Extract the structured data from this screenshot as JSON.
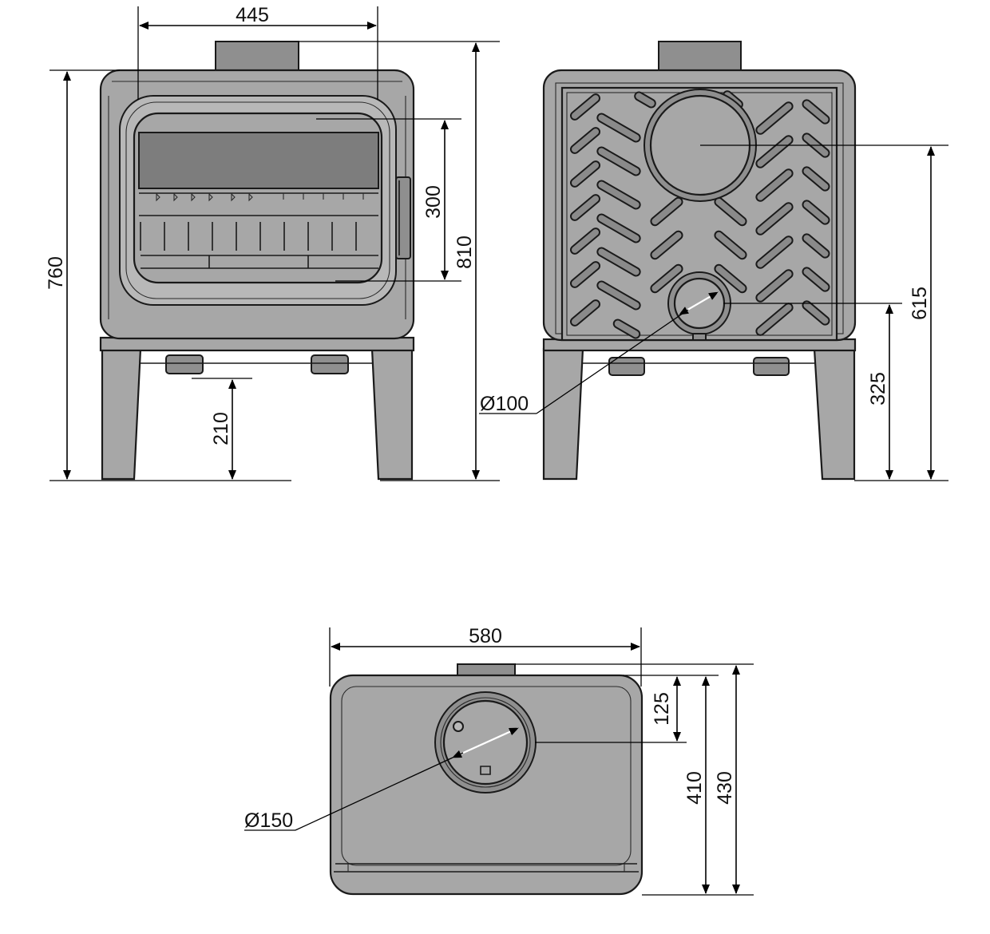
{
  "views": {
    "front": {
      "width_label": "445",
      "total_height_label": "760",
      "outlet_height_label": "810",
      "door_height_label": "300",
      "leg_clearance_label": "210"
    },
    "rear": {
      "outlet_center_height_label": "615",
      "inlet_center_height_label": "325",
      "inlet_diameter_label": "Ø100"
    },
    "top": {
      "width_label": "580",
      "outlet_offset_label": "125",
      "depth_body_label": "410",
      "depth_total_label": "430",
      "outlet_diameter_label": "Ø150"
    }
  },
  "colors": {
    "body": "#a7a7a7",
    "body_light": "#b8b8b8",
    "glass": "#7d7d7d",
    "line": "#000000"
  }
}
